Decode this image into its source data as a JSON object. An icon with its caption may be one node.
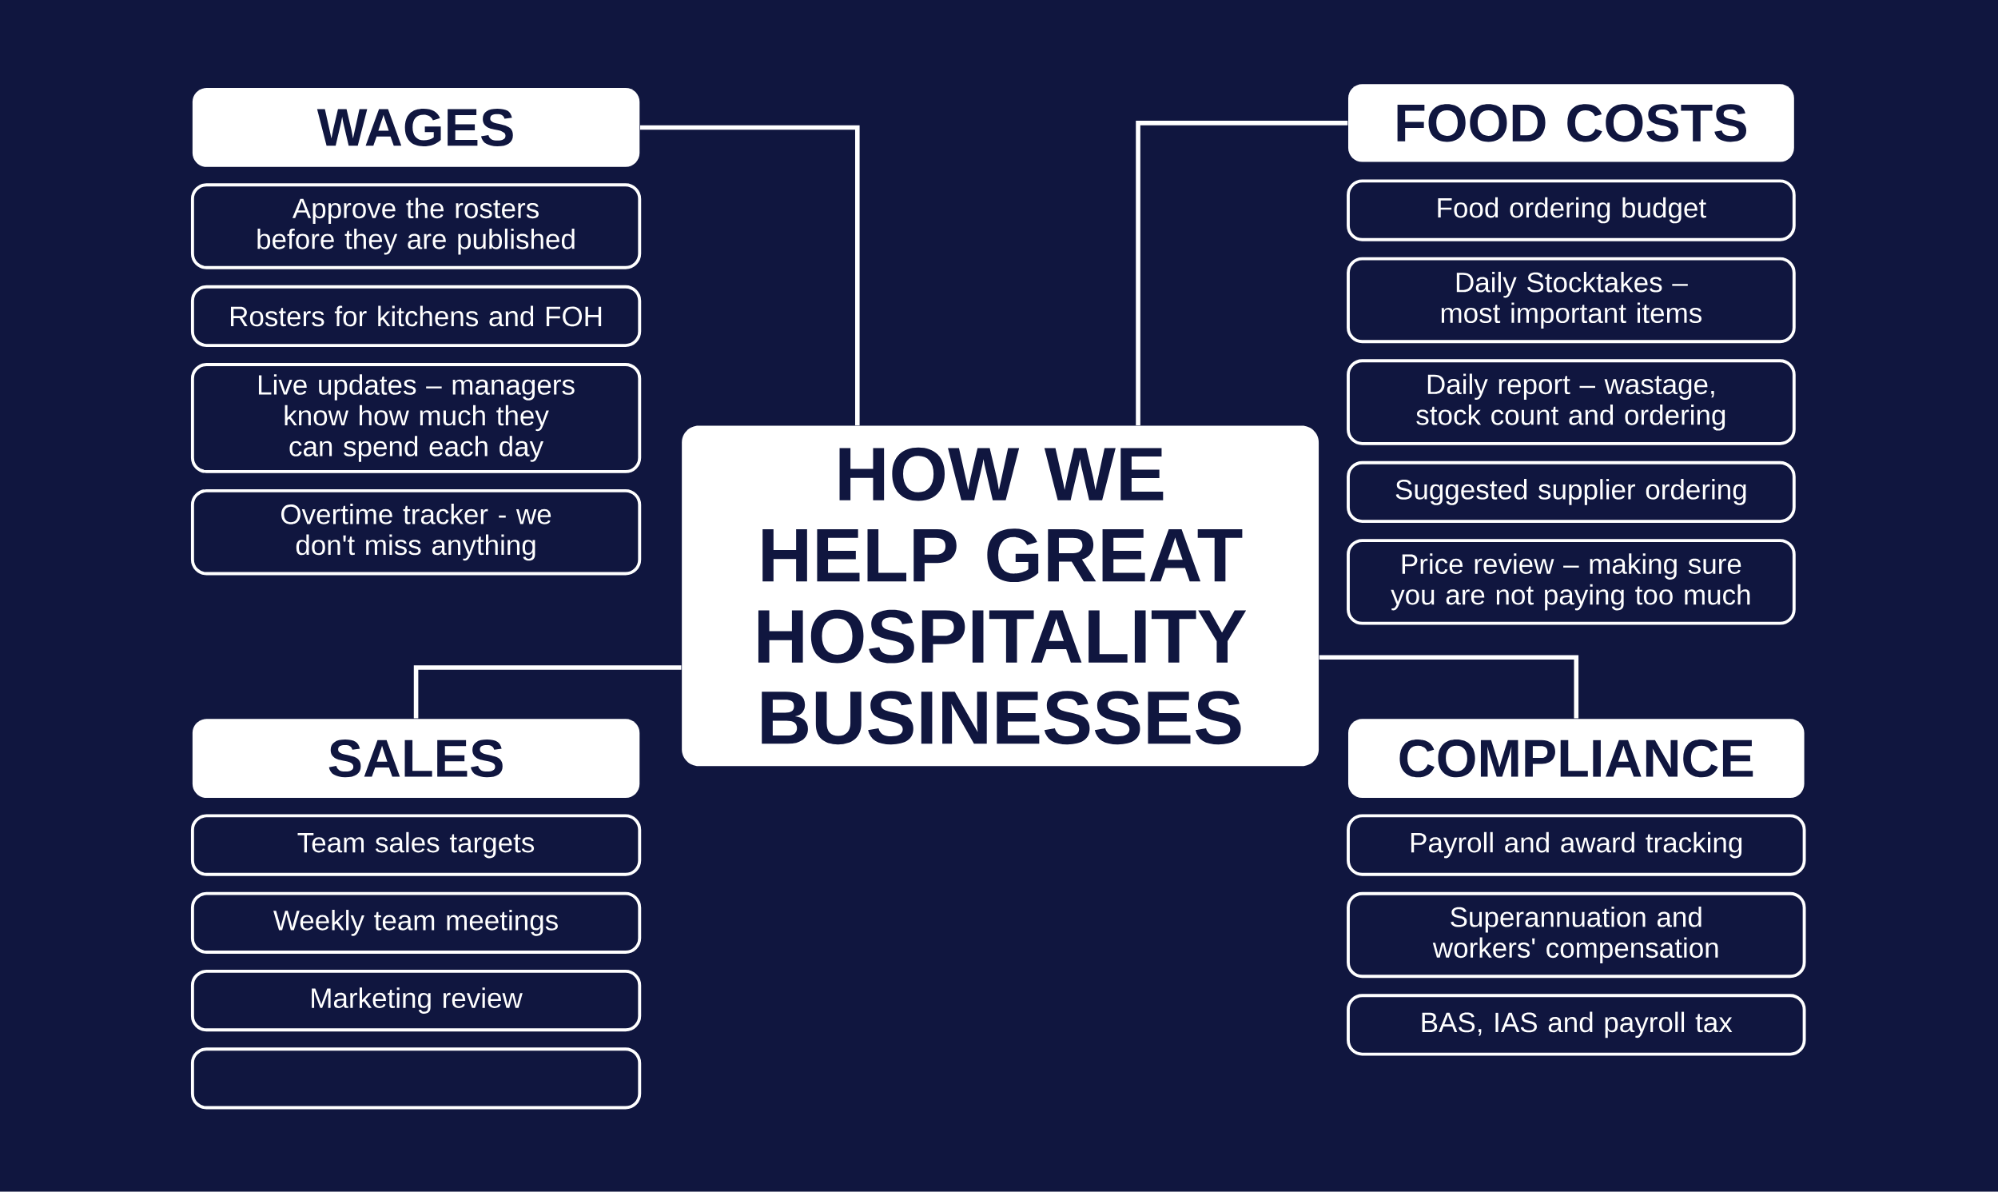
{
  "diagram": {
    "nodes": [
      {
        "text": [
          "HOW WE HELP GREAT HOSPITALITY BUSINESSES"
        ]
      },
      {
        "text": [
          "WAGES"
        ]
      },
      {
        "text": [
          "Approve the rosters before they are published"
        ]
      },
      {
        "text": [
          "Rosters for kitchens and FOH"
        ]
      },
      {
        "text": [
          "Live updates – managers know how much they can spend each day"
        ]
      },
      {
        "text": [
          "Overtime tracker - we don't miss anything"
        ]
      },
      {
        "text": [
          "FOOD COSTS"
        ]
      },
      {
        "text": [
          "Food ordering budget"
        ]
      },
      {
        "text": [
          "Daily Stocktakes – most important items"
        ]
      },
      {
        "text": [
          "Daily report – wastage, stock count and ordering"
        ]
      },
      {
        "text": [
          "Suggested supplier ordering"
        ]
      },
      {
        "text": [
          "Price review – making sure you are not paying too much"
        ]
      },
      {
        "text": [
          "SALES"
        ]
      },
      {
        "text": [
          "Team sales targets"
        ]
      },
      {
        "text": [
          "Weekly team meetings"
        ]
      },
      {
        "text": [
          "Marketing review"
        ]
      },
      {
        "text": [],
        "shape": "box"
      },
      {
        "text": [
          "COMPLIANCE"
        ]
      },
      {
        "text": [
          "Payroll and award tracking"
        ]
      },
      {
        "text": [
          "Superannuation and workers' compensation"
        ]
      },
      {
        "text": [
          "BAS, IAS and payroll tax"
        ]
      }
    ],
    "edges": [
      {
        "from": 0,
        "to": 1,
        "arrow": "none"
      },
      {
        "from": 0,
        "to": 6,
        "arrow": "none"
      },
      {
        "from": 0,
        "to": 12,
        "arrow": "none"
      },
      {
        "from": 0,
        "to": 17,
        "arrow": "none"
      }
    ]
  }
}
